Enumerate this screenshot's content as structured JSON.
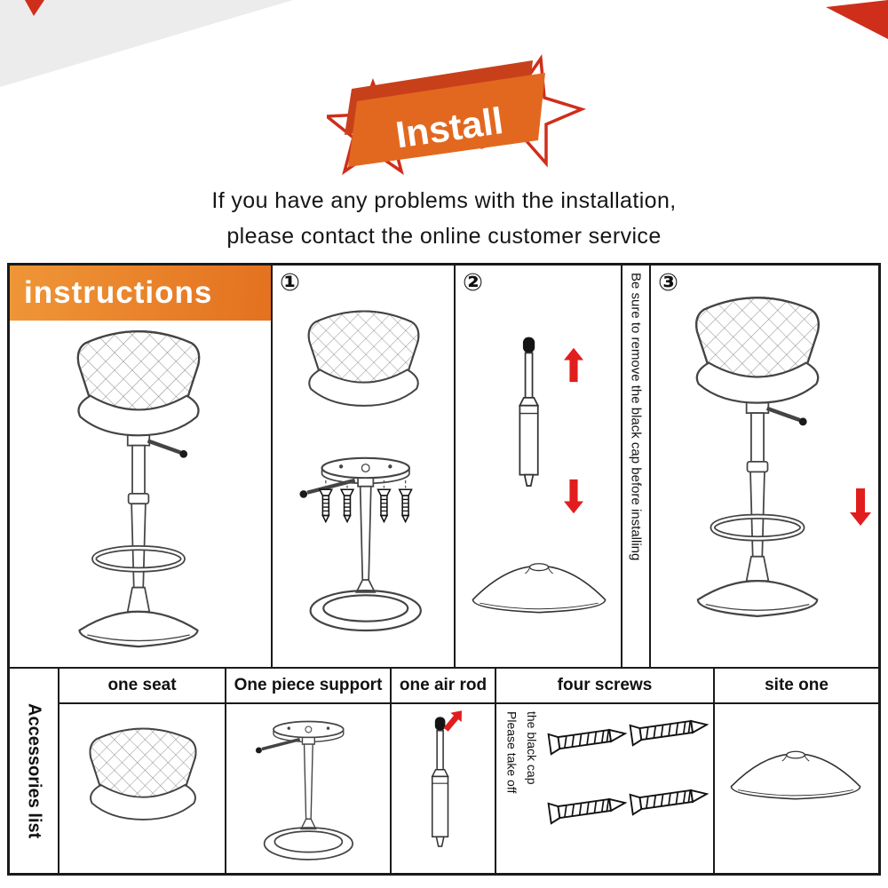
{
  "header": {
    "logo_text": "Install",
    "support_line1": "If you have any problems with the installation,",
    "support_line2": "please contact the online customer service"
  },
  "instructions": {
    "title": "instructions",
    "steps": [
      {
        "number": "①"
      },
      {
        "number": "②"
      },
      {
        "number": "③"
      }
    ],
    "vertical_note": "Be sure to remove the black cap before installing"
  },
  "accessories": {
    "title": "Accessories list",
    "items": [
      {
        "label": "one seat"
      },
      {
        "label": "One piece support"
      },
      {
        "label": "one air rod"
      },
      {
        "label": "four screws"
      },
      {
        "label": "site one"
      }
    ],
    "airrod_note_line1": "Please take off",
    "airrod_note_line2": "the black cap"
  },
  "colors": {
    "banner_orange": "#e8792a",
    "logo_orange": "#e2681f",
    "logo_dark_red": "#c8401a",
    "star_red": "#cf2e1b",
    "arrow_red": "#e21d1d"
  }
}
